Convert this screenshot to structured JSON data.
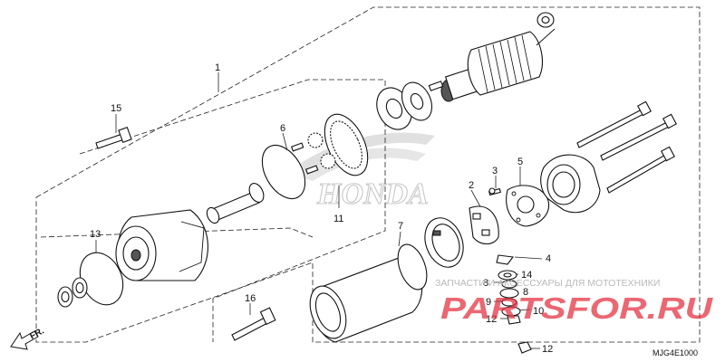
{
  "diagram": {
    "diagram_code": "MJG4E1000",
    "direction_label": "FR.",
    "callouts": [
      {
        "id": "1",
        "label": "1"
      },
      {
        "id": "2",
        "label": "2"
      },
      {
        "id": "3",
        "label": "3"
      },
      {
        "id": "4",
        "label": "4"
      },
      {
        "id": "5",
        "label": "5"
      },
      {
        "id": "6",
        "label": "6"
      },
      {
        "id": "7",
        "label": "7"
      },
      {
        "id": "8a",
        "label": "8"
      },
      {
        "id": "8b",
        "label": "8"
      },
      {
        "id": "9",
        "label": "9"
      },
      {
        "id": "10",
        "label": "10"
      },
      {
        "id": "11",
        "label": "11"
      },
      {
        "id": "12a",
        "label": "12"
      },
      {
        "id": "12b",
        "label": "12"
      },
      {
        "id": "13",
        "label": "13"
      },
      {
        "id": "14",
        "label": "14"
      },
      {
        "id": "15",
        "label": "15"
      },
      {
        "id": "16",
        "label": "16"
      }
    ],
    "brand_watermark": "HONDA"
  },
  "watermark": {
    "tagline": "ЗАПЧАСТИ И АКСЕССУАРЫ ДЛЯ МОТОТЕХНИКИ",
    "logo": "PARTSFOR.RU"
  }
}
